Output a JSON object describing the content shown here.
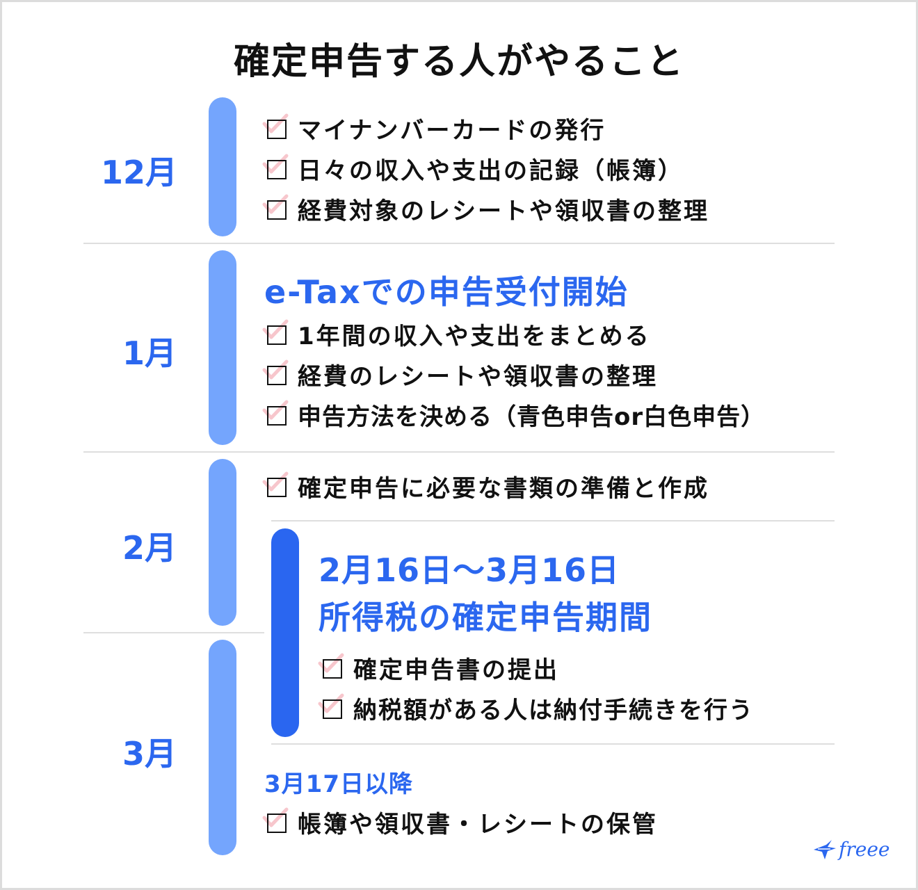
{
  "title": "確定申告する人がやること",
  "colors": {
    "accent": "#2b67ef",
    "bar_light": "#74a5fd",
    "bar_dark": "#2a66f0",
    "separator": "#dedede",
    "check_tick": "#f7c6cc",
    "text": "#111111"
  },
  "sections": [
    {
      "month": "12月",
      "items": [
        "マイナンバーカードの発行",
        "日々の収入や支出の記録（帳簿）",
        "経費対象のレシートや領収書の整理"
      ]
    },
    {
      "month": "1月",
      "heading": "e-Taxでの申告受付開始",
      "items": [
        "1年間の収入や支出をまとめる",
        "経費のレシートや領収書の整理",
        "申告方法を決める（青色申告or白色申告）"
      ]
    },
    {
      "month": "2月",
      "items": [
        "確定申告に必要な書類の準備と作成"
      ]
    },
    {
      "month": "3月"
    }
  ],
  "filing_period": {
    "dates": "2月16日〜3月16日",
    "label": "所得税の確定申告期間",
    "items": [
      "確定申告書の提出",
      "納税額がある人は納付手続きを行う"
    ]
  },
  "after": {
    "heading": "3月17日以降",
    "items": [
      "帳簿や領収書・レシートの保管"
    ]
  },
  "logo": {
    "text": "freee",
    "icon": "bird-icon"
  }
}
